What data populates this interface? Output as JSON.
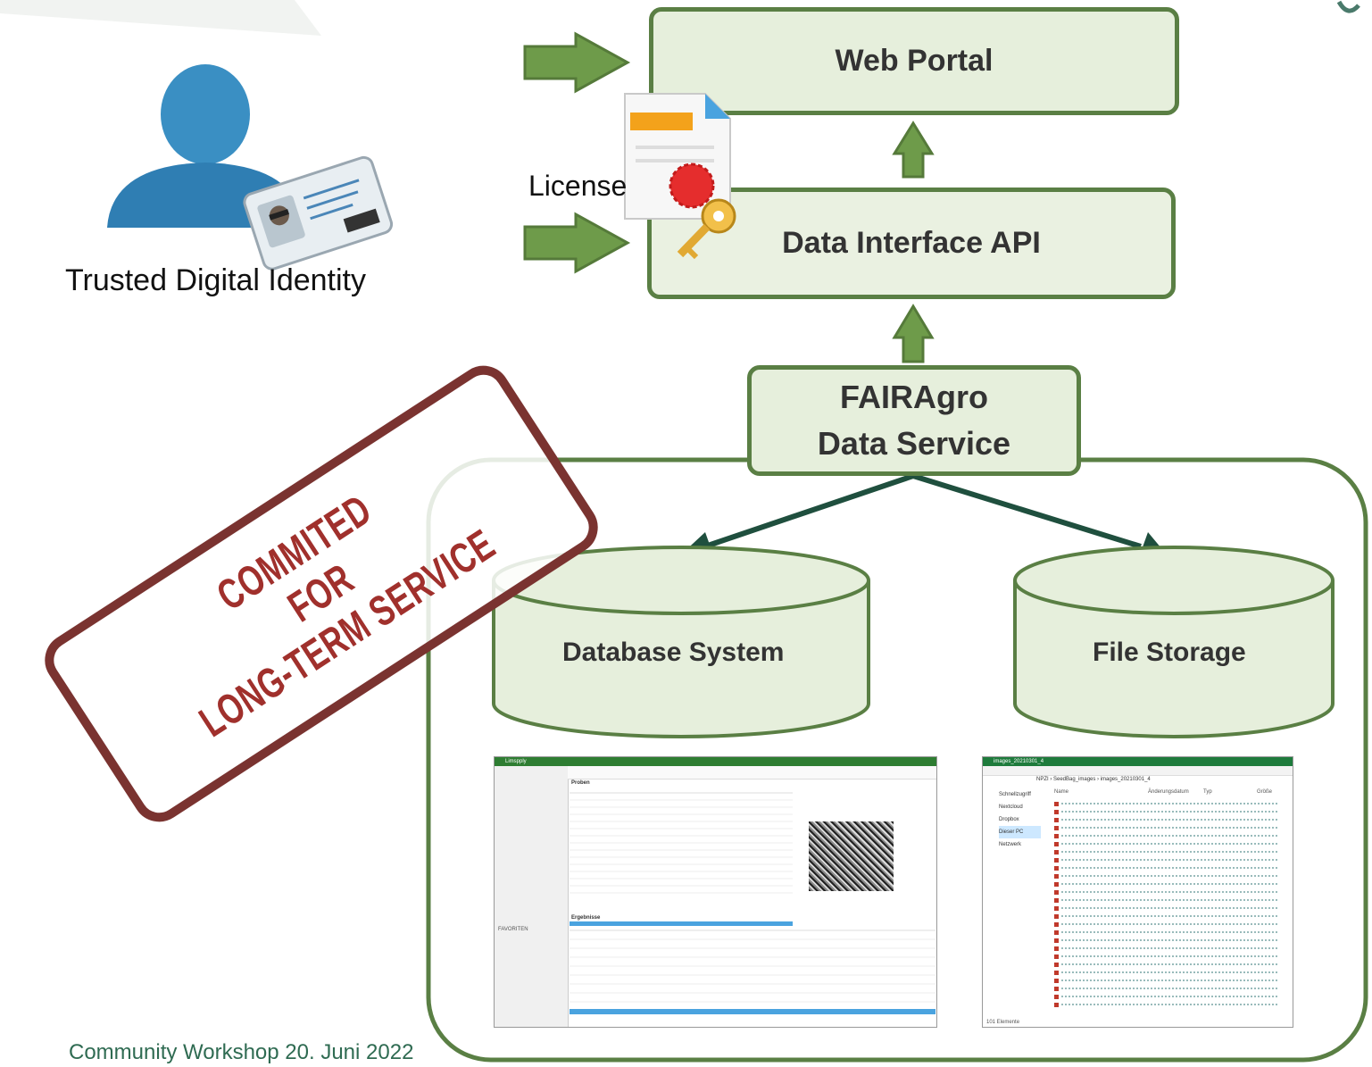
{
  "nodes": {
    "web_portal": "Web Portal",
    "data_interface_api": "Data Interface API",
    "data_service_line1": "FAIRAgro",
    "data_service_line2": "Data Service",
    "database_system": "Database System",
    "file_storage": "File Storage"
  },
  "labels": {
    "license": "License",
    "trusted_identity": "Trusted Digital Identity",
    "footer": "Community Workshop 20. Juni 2022"
  },
  "stamp": {
    "line1": "COMMITED",
    "line2": "FOR",
    "line3": "LONG-TERM SERVICE"
  },
  "screenshot_lims": {
    "window_title": "Limspply",
    "panel_title": "Proben",
    "results_title": "Ergebnisse",
    "favorites_title": "FAVORITEN"
  },
  "screenshot_explorer": {
    "window_title": "images_20210301_4",
    "path": "NPZI › SeedBag_images › images_20210301_4",
    "status": "101 Elemente",
    "columns": [
      "Name",
      "Änderungsdatum",
      "Typ",
      "Größe"
    ],
    "sidebar": [
      "Schnellzugriff",
      "Nextcloud",
      "Dropbox",
      "Dieser PC",
      "Netzwerk"
    ]
  },
  "colors": {
    "box_fill": "#e6efdc",
    "box_border": "#5a7f44",
    "arrow_green": "#6e9b4a",
    "dark_arrow": "#1f4f3e",
    "stamp_red": "#a0302c"
  }
}
